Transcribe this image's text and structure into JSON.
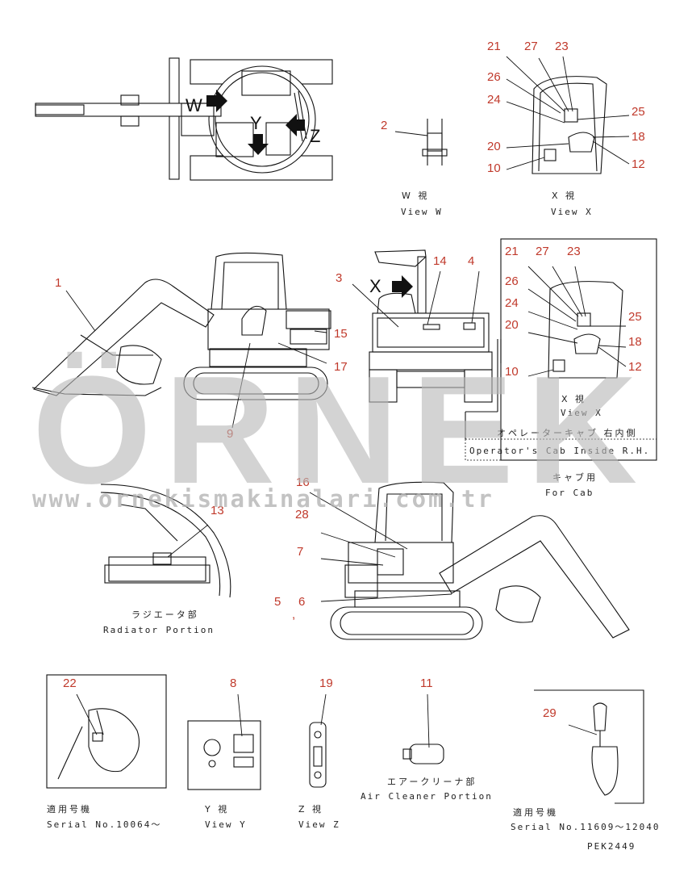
{
  "watermark": {
    "brand": "ÖRNEK",
    "url": "www.ornekismakinalari.com.tr"
  },
  "top_view": {
    "labels": [
      "W",
      "Y",
      "Z"
    ]
  },
  "view_w": {
    "jp": "W 視",
    "en": "View W",
    "callouts": [
      "2"
    ]
  },
  "view_x_top": {
    "jp": "X 視",
    "en": "View X",
    "callouts": [
      "21",
      "27",
      "23",
      "26",
      "24",
      "25",
      "18",
      "20",
      "12",
      "10"
    ]
  },
  "side_left": {
    "callouts": [
      "1",
      "9",
      "15",
      "17"
    ]
  },
  "rear_view": {
    "label": "X",
    "callouts": [
      "3",
      "14",
      "4"
    ]
  },
  "cab_box": {
    "callouts": [
      "21",
      "27",
      "23",
      "26",
      "24",
      "25",
      "20",
      "18",
      "10",
      "12"
    ],
    "view_jp": "X 視",
    "view_en": "View X",
    "jp_title": "オペレーターキャブ 右内側",
    "en_title": "Operator's Cab Inside R.H.",
    "for_cab_jp": "キャブ用",
    "for_cab_en": "For Cab"
  },
  "radiator": {
    "callouts": [
      "13"
    ],
    "jp": "ラジエータ部",
    "en": "Radiator Portion"
  },
  "side_right": {
    "callouts": [
      "16",
      "28",
      "7",
      "5",
      "6"
    ],
    "sep": ","
  },
  "bottom": {
    "seat": {
      "callouts": [
        "22"
      ],
      "jp": "適用号機",
      "en": "Serial No.10064～"
    },
    "view_y": {
      "callouts": [
        "8"
      ],
      "jp": "Y 視",
      "en": "View Y"
    },
    "view_z": {
      "callouts": [
        "19"
      ],
      "jp": "Z 視",
      "en": "View Z"
    },
    "air_cleaner": {
      "callouts": [
        "11"
      ],
      "jp": "エアークリーナ部",
      "en": "Air Cleaner Portion"
    },
    "lever": {
      "callouts": [
        "29"
      ],
      "jp": "適用号機",
      "en": "Serial No.11609～12040"
    }
  },
  "code": "PEK2449"
}
